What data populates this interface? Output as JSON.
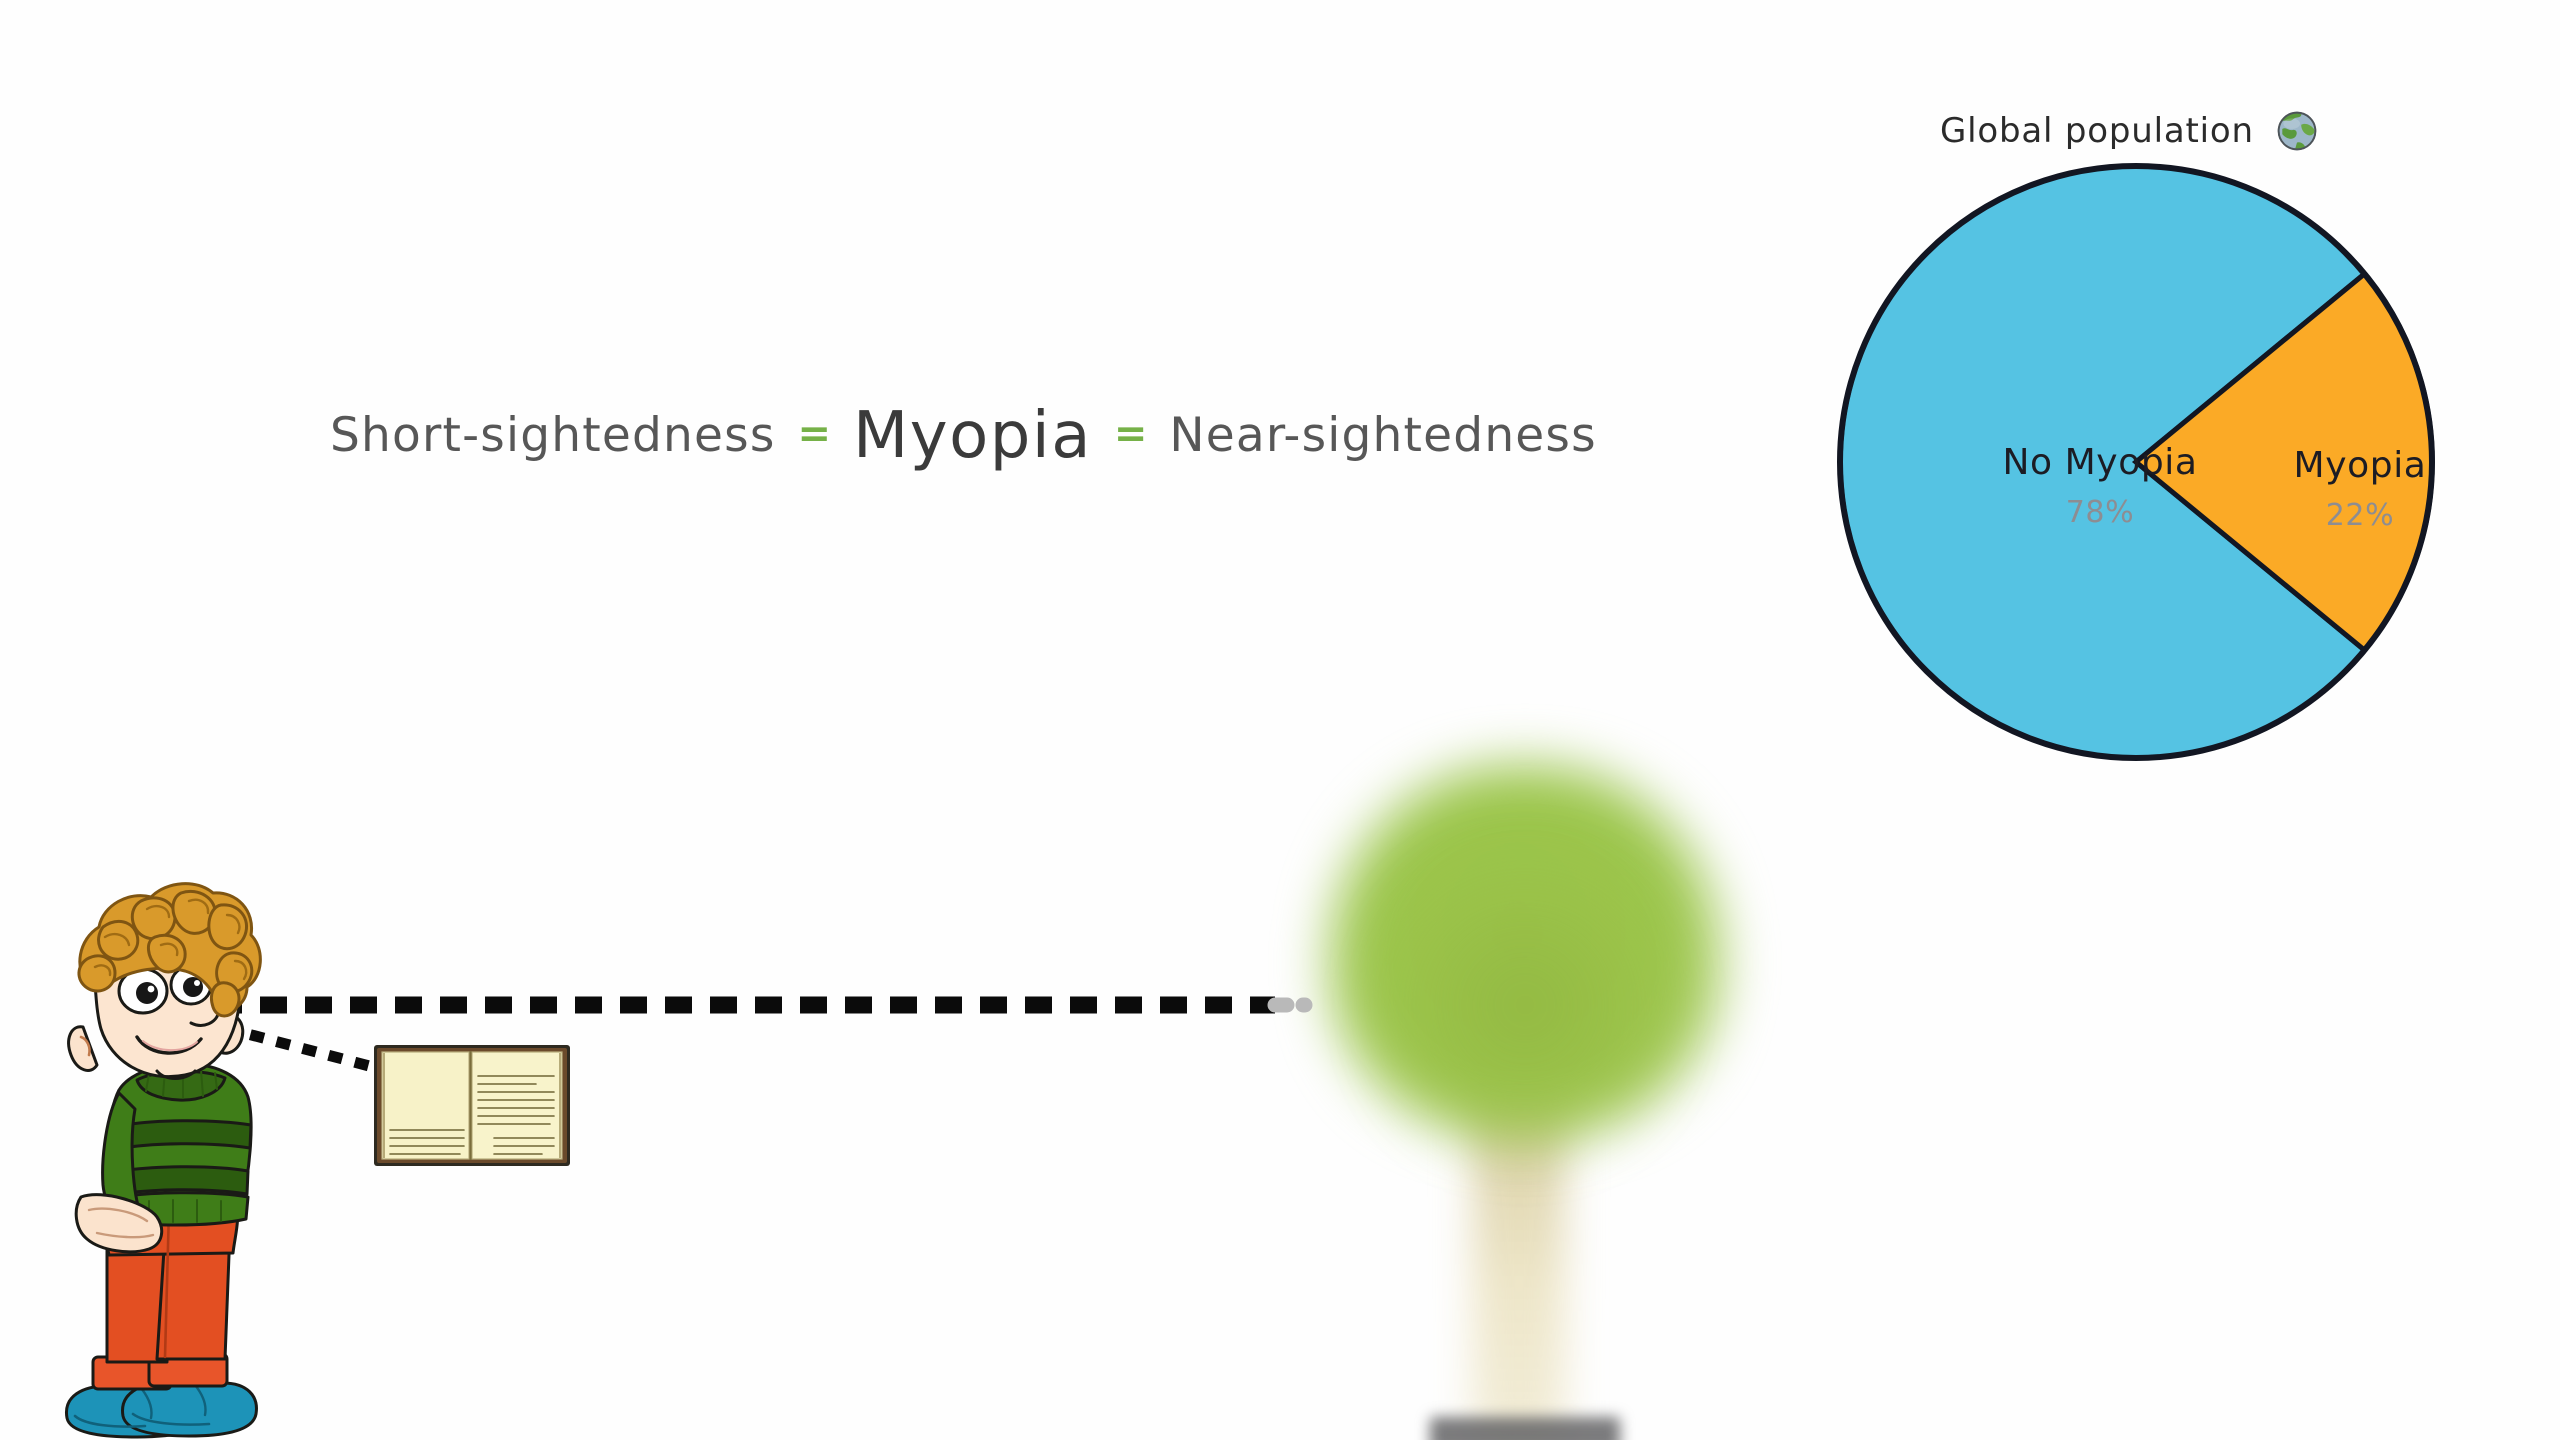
{
  "headline": {
    "left_term": "Short-sightedness",
    "equals_1": "=",
    "main_term": "Myopia",
    "equals_2": "=",
    "right_term": "Near-sightedness",
    "left_color": "#575757",
    "main_color": "#3b3b3b",
    "equals_color": "#76b148"
  },
  "pie": {
    "title": "Global population",
    "globe_icon": "earth-globe-icon"
  },
  "chart_data": {
    "type": "pie",
    "title": "Global population",
    "categories": [
      "No Myopia",
      "Myopia"
    ],
    "values": [
      78,
      22
    ],
    "value_labels": [
      "78%",
      "22%"
    ],
    "colors": [
      "#55c3e3",
      "#fbaa26"
    ],
    "outline_color": "#121622",
    "label_text_color": "#1c1c24",
    "percent_text_color": "#8d8d92",
    "legend": "none",
    "start_angle_deg": -39.6,
    "units": "percent"
  },
  "scene": {
    "boy_label": "boy-character",
    "book_label": "open-book",
    "tree_label": "blurred-tree",
    "sightline_far_label": "dotted-sight-line-to-tree",
    "sightline_near_label": "dotted-sight-line-to-book",
    "boy_hair_color": "#d99a2b",
    "boy_sweater_color": "#3f7d18",
    "boy_pants_color": "#e34f22",
    "boy_shoes_color": "#1b8fb5",
    "book_page_color": "#f7f2c8",
    "tree_canopy_color": "#9cc64c"
  }
}
